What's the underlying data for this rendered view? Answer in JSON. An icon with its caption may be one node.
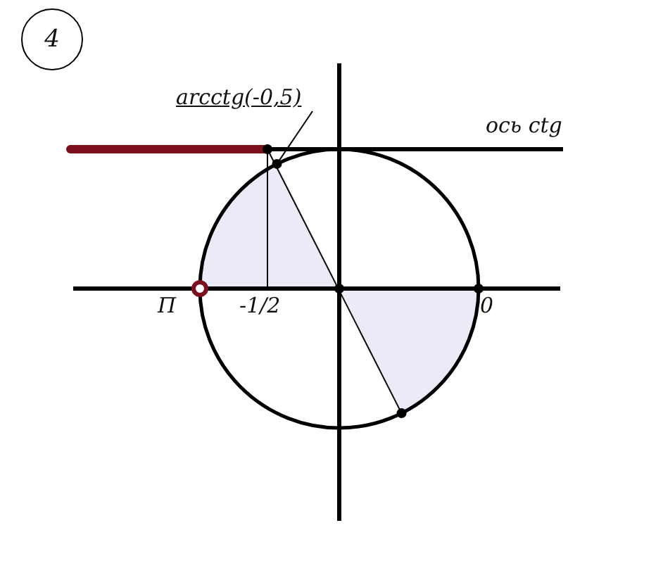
{
  "diagram": {
    "nodes": [
      {
        "text": [
          "4"
        ]
      },
      {
        "text": [
          "arcctg(-0,5)"
        ]
      },
      {
        "text": [],
        "shape": "circle"
      }
    ],
    "edges": [
      {
        "from": 1,
        "to": 2,
        "arrow": "none"
      }
    ],
    "labels": [
      "ось ctg",
      "П",
      "-1/2",
      "0"
    ]
  }
}
